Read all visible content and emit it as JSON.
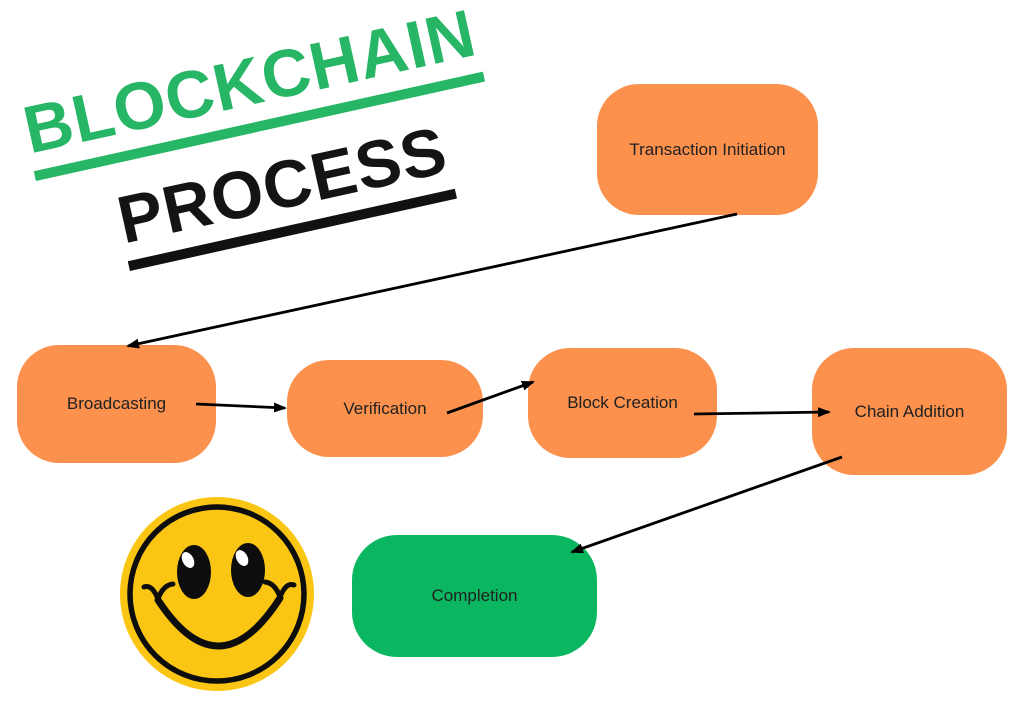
{
  "title": {
    "word1": "BLOCKCHAIN",
    "word2": "PROCESS"
  },
  "diagram": {
    "nodes": [
      {
        "label": "Transaction Initiation"
      },
      {
        "label": "Broadcasting"
      },
      {
        "label": "Verification"
      },
      {
        "label": "Block Creation"
      },
      {
        "label": "Chain Addition"
      },
      {
        "label": "Completion"
      }
    ],
    "edges": [
      {
        "from": "Transaction Initiation",
        "to": "Broadcasting"
      },
      {
        "from": "Broadcasting",
        "to": "Verification"
      },
      {
        "from": "Verification",
        "to": "Block Creation"
      },
      {
        "from": "Block Creation",
        "to": "Chain Addition"
      },
      {
        "from": "Chain Addition",
        "to": "Completion"
      }
    ]
  },
  "colors": {
    "node_orange": "#fb914d",
    "node_green": "#0ab660",
    "title_green": "#27b666",
    "title_black": "#141414",
    "smiley_yellow": "#fbc613",
    "arrow_black": "#000000"
  },
  "icons": {
    "smiley": "smiley-face-icon"
  }
}
